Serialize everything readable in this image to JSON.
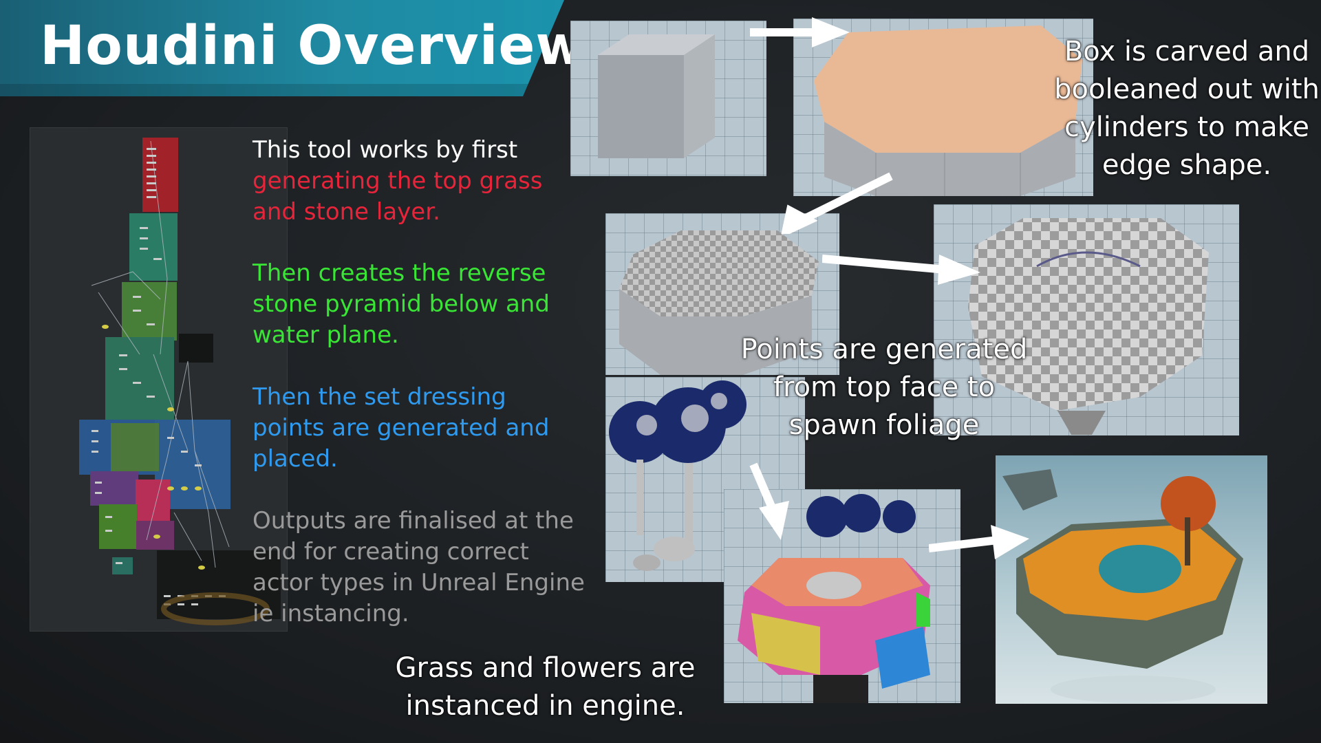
{
  "title": "Houdini Overview",
  "description": {
    "intro_white": "This tool works by first",
    "intro_red": "generating the top grass and stone layer.",
    "green": "Then creates the reverse stone pyramid below and water plane.",
    "blue": "Then the set dressing points are generated and placed.",
    "grey": "Outputs are finalised at the end for creating correct actor types in Unreal Engine ie instancing."
  },
  "captions": {
    "box_carved": "Box is carved and booleaned out with cylinders to make edge shape.",
    "points_generated": "Points are generated from top face to spawn foliage",
    "grass_instanced": "Grass and flowers are instanced in engine."
  },
  "colors": {
    "banner": "#1f8aa2",
    "red_text": "#e8243a",
    "green_text": "#39e635",
    "blue_text": "#2f9bf0",
    "grey_text": "#9a9a9a"
  },
  "icons": [
    "right-arrow-icon",
    "down-left-arrow-icon",
    "down-arrow-icon"
  ]
}
